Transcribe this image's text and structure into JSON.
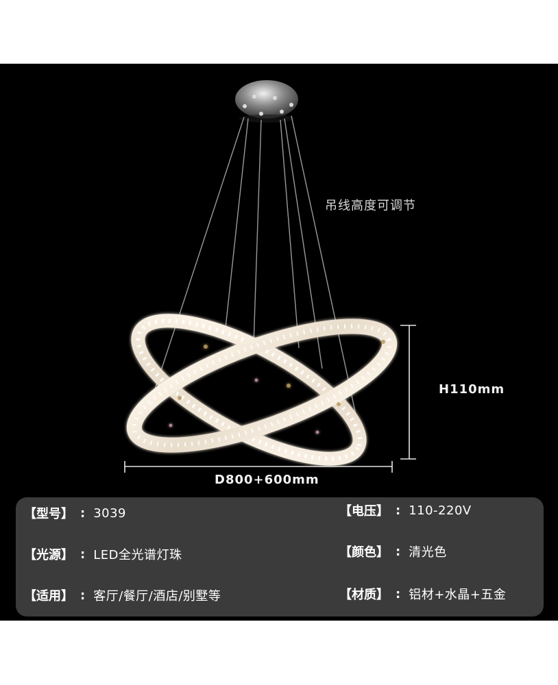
{
  "annotations": {
    "height_note": "吊线高度可调节",
    "height_dimension": "H110mm",
    "diameter_dimension": "D800+600mm"
  },
  "specs": {
    "model": {
      "label": "【型号】",
      "sep": ":",
      "value": "3039"
    },
    "light_source": {
      "label": "【光源】",
      "sep": ":",
      "value": "LED全光谱灯珠"
    },
    "usage": {
      "label": "【适用】",
      "sep": ":",
      "value": "客厅/餐厅/酒店/别墅等"
    },
    "voltage": {
      "label": "【电压】",
      "sep": ":",
      "value": "110-220V"
    },
    "color": {
      "label": "【颜色】",
      "sep": ":",
      "value": "清光色"
    },
    "material": {
      "label": "【材质】",
      "sep": ":",
      "value": "铝材+水晶+五金"
    }
  },
  "colors": {
    "background": "#000000",
    "panel": "#3b3b3b",
    "text": "#ffffff"
  }
}
